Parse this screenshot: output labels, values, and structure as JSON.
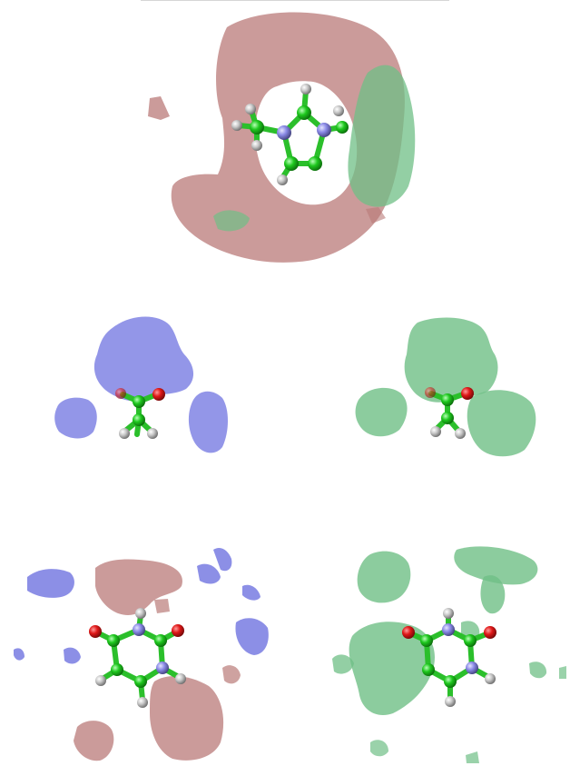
{
  "figure": {
    "panels": [
      {
        "id": "imidazolium",
        "surface_colors": [
          "#b97a78",
          "#6fbf86"
        ]
      },
      {
        "id": "acetate-blue",
        "surface_colors": [
          "#6f73e0"
        ]
      },
      {
        "id": "acetate-green",
        "surface_colors": [
          "#6fbf86"
        ]
      },
      {
        "id": "uracil-red-blue",
        "surface_colors": [
          "#b97a78",
          "#6f73e0"
        ]
      },
      {
        "id": "uracil-green",
        "surface_colors": [
          "#6fbf86"
        ]
      }
    ],
    "atom_colors": {
      "carbon": "#1ec81e",
      "nitrogen": "#8a8ae6",
      "oxygen": "#e01818",
      "hydrogen": "#c8c8c8"
    }
  }
}
